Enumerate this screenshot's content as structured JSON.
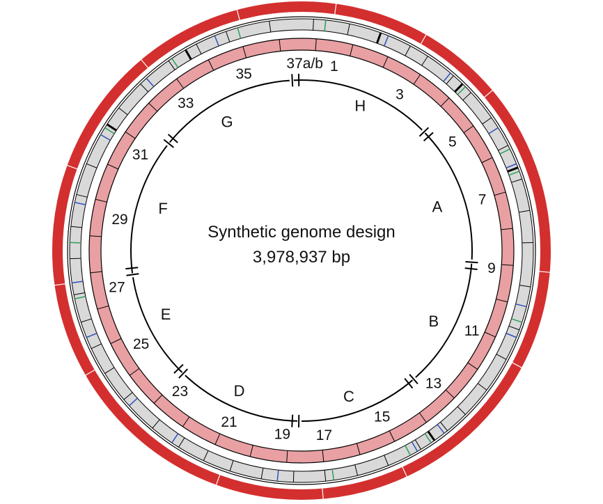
{
  "title": "Synthetic genome design",
  "subtitle": "3,978,937 bp",
  "colors": {
    "outer_ring": "#d32f2f",
    "segment_band": "#e8a0a3",
    "gene_band": "#d9d9d9",
    "marker_blue": "#2f4fbf",
    "marker_green": "#2c9e5a",
    "line": "#000000"
  },
  "region_labels": [
    "A",
    "B",
    "C",
    "D",
    "E",
    "F",
    "G",
    "H"
  ],
  "segment_labels": [
    "1",
    "3",
    "5",
    "7",
    "9",
    "11",
    "13",
    "15",
    "17",
    "19",
    "21",
    "23",
    "25",
    "27",
    "29",
    "31",
    "33",
    "35",
    "37a/b"
  ]
}
